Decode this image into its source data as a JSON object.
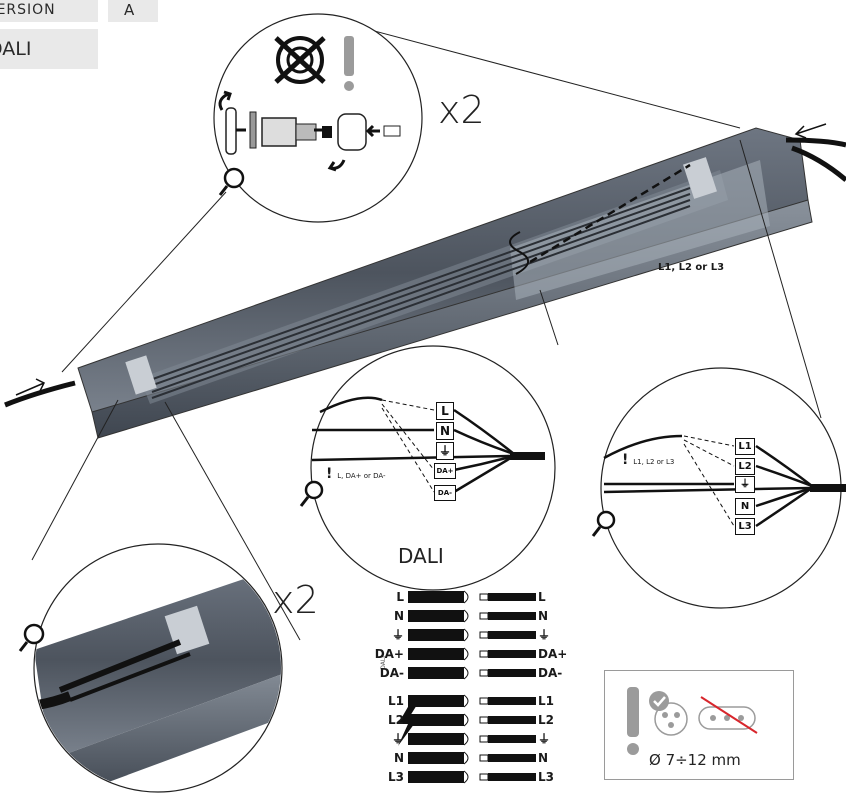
{
  "header": {
    "version_label": "VERSION",
    "revision": "A",
    "type": "DALI"
  },
  "details": {
    "gland_multiplier": "x2",
    "connector_multiplier": "x2",
    "dali_caption": "DALI",
    "dali_note": "L, DA+ or DA-",
    "phase_note": "L1, L2 or L3",
    "phase_label": "L1, L2 or L3"
  },
  "dali_terminals": [
    "L",
    "N",
    "⏚",
    "DA+",
    "DA-"
  ],
  "phase_terminals": [
    "L1",
    "L2",
    "⏚",
    "N",
    "L3"
  ],
  "legend": {
    "dali_group_label": "DALI",
    "dali_rows": [
      {
        "left": "L",
        "right": "L"
      },
      {
        "left": "N",
        "right": "N"
      },
      {
        "left": "⏚",
        "right": "⏚"
      },
      {
        "left": "DA+",
        "right": "DA+"
      },
      {
        "left": "DA-",
        "right": "DA-"
      }
    ],
    "phase_rows": [
      {
        "left": "L1",
        "right": "L1"
      },
      {
        "left": "L2",
        "right": "L2"
      },
      {
        "left": "⏚",
        "right": "⏚"
      },
      {
        "left": "N",
        "right": "N"
      },
      {
        "left": "L3",
        "right": "L3"
      }
    ]
  },
  "cable_note": {
    "diameter": "Ø 7÷12 mm"
  },
  "icons": [
    "magnifier-icon",
    "lightning-icon",
    "warning-icon",
    "check-icon",
    "prohibited-icon"
  ],
  "colors": {
    "housing": "#5d6570",
    "accent_red": "#d8262c",
    "grey": "#9b9b9b"
  }
}
